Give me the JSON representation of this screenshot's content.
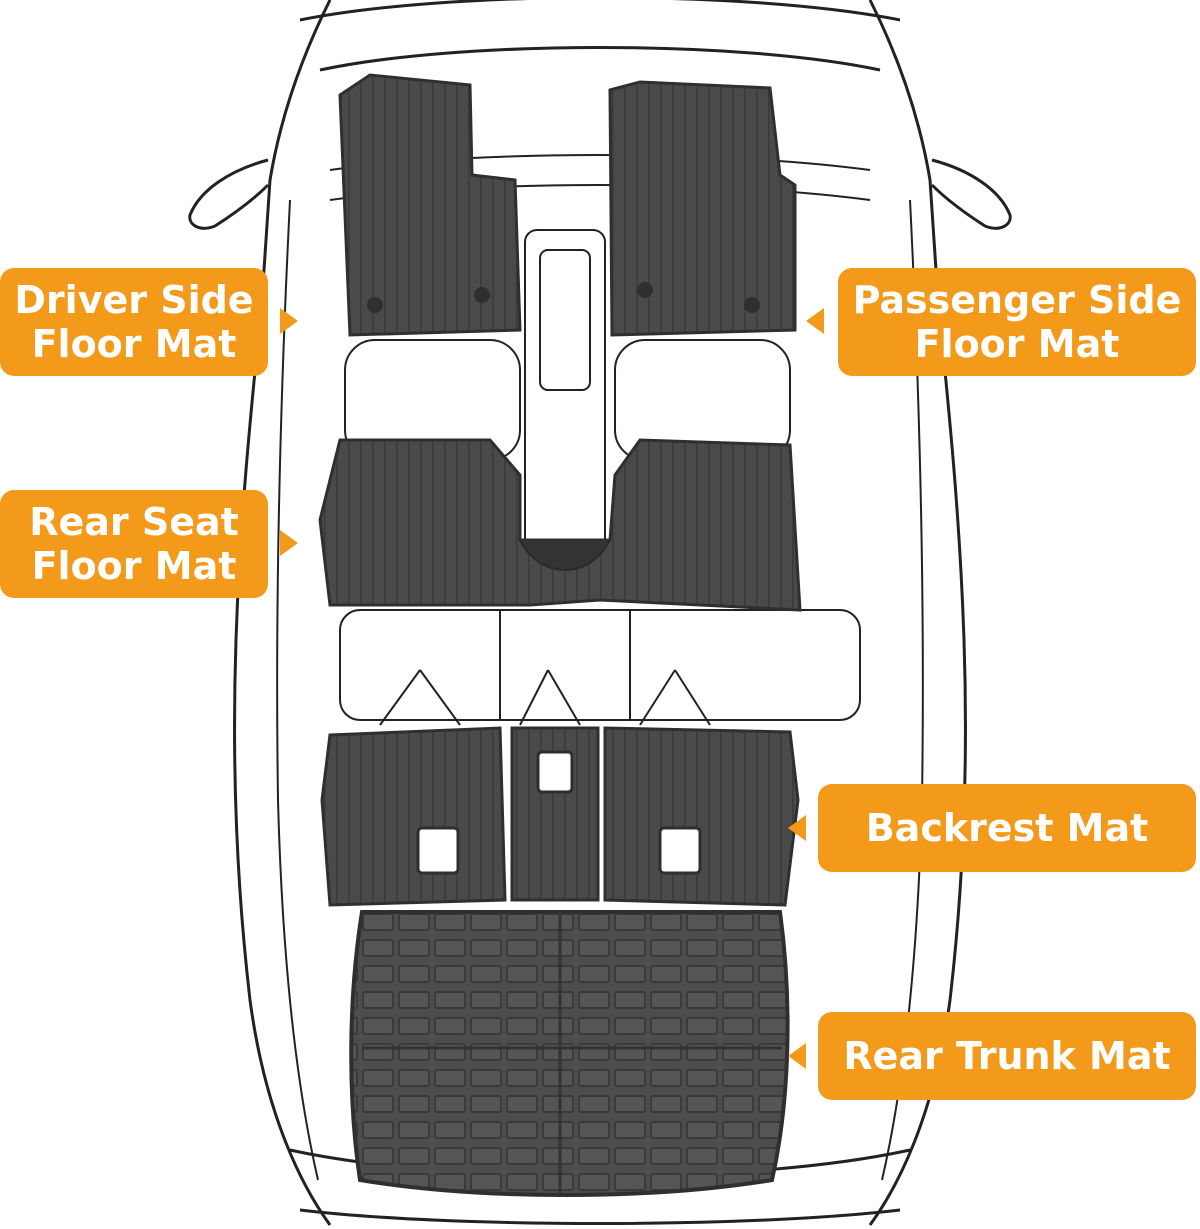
{
  "callouts": {
    "driver": {
      "line1": "Driver Side",
      "line2": "Floor Mat"
    },
    "passenger": {
      "line1": "Passenger Side",
      "line2": "Floor Mat"
    },
    "rear_seat": {
      "line1": "Rear Seat",
      "line2": "Floor Mat"
    },
    "backrest": {
      "line1": "Backrest Mat"
    },
    "trunk": {
      "line1": "Rear Trunk Mat"
    }
  },
  "colors": {
    "callout_bg": "#f39a1b",
    "callout_text": "#ffffff",
    "mat_fill": "#4a4a4a",
    "mat_dark": "#2f2f2f",
    "car_outline": "#222222"
  },
  "icons": {
    "car": "car-top-view-outline-icon"
  }
}
